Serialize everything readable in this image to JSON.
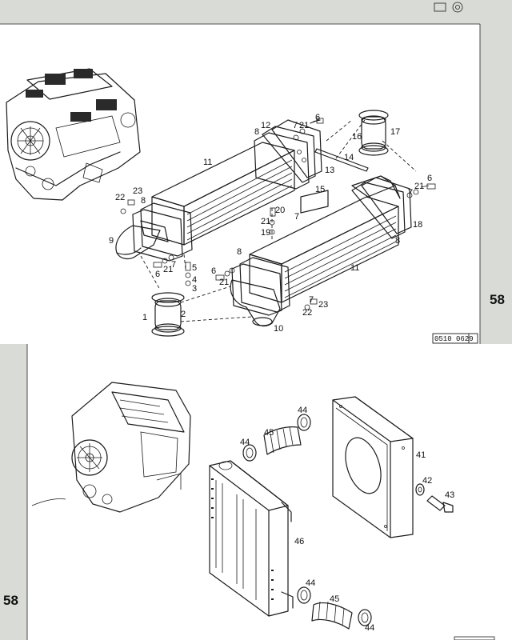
{
  "page": {
    "page_number_top": "58",
    "page_number_bottom": "58",
    "drawing_reference": "0510 0629",
    "background": "#ffffff",
    "margin_shade": "#d9dcd6"
  },
  "callouts_top": [
    "1",
    "2",
    "3",
    "4",
    "5",
    "6",
    "6",
    "6",
    "6",
    "7",
    "7",
    "7",
    "7",
    "7",
    "8",
    "8",
    "8",
    "8",
    "9",
    "10",
    "11",
    "11",
    "12",
    "13",
    "14",
    "15",
    "16",
    "17",
    "18",
    "19",
    "20",
    "21",
    "21",
    "21",
    "21",
    "21",
    "22",
    "22",
    "23",
    "23"
  ],
  "callouts_bottom": [
    "41",
    "42",
    "43",
    "44",
    "44",
    "44",
    "44",
    "45",
    "45",
    "46"
  ]
}
